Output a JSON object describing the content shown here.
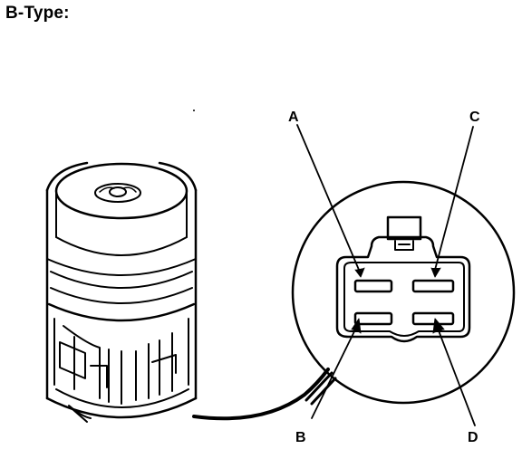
{
  "title": "B-Type:",
  "pins": {
    "a": "A",
    "b": "B",
    "c": "C",
    "d": "D"
  },
  "colors": {
    "ink": "#000000",
    "paper": "#ffffff"
  }
}
